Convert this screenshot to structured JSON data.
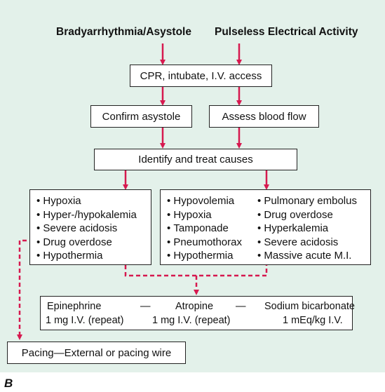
{
  "headers": {
    "left": "Bradyarrhythmia/Asystole",
    "right": "Pulseless Electrical Activity"
  },
  "steps": {
    "cpr": "CPR, intubate, I.V. access",
    "confirm": "Confirm asystole",
    "assess": "Assess blood flow",
    "identify": "Identify and treat causes"
  },
  "causes_left": [
    "Hypoxia",
    "Hyper-/hypokalemia",
    "Severe acidosis",
    "Drug overdose",
    "Hypothermia"
  ],
  "causes_right_col1": [
    "Hypovolemia",
    "Hypoxia",
    "Tamponade",
    "Pneumothorax",
    "Hypothermia"
  ],
  "causes_right_col2": [
    "Pulmonary embolus",
    "Drug overdose",
    "Hyperkalemia",
    "Severe acidosis",
    "Massive acute M.I."
  ],
  "drugs": {
    "separator": "—",
    "epinephrine": {
      "name": "Epinephrine",
      "dose": "1 mg I.V. (repeat)"
    },
    "atropine": {
      "name": "Atropine",
      "dose": "1 mg I.V. (repeat)"
    },
    "bicarbonate": {
      "name": "Sodium bicarbonate",
      "dose": "1 mEq/kg I.V."
    }
  },
  "pacing": "Pacing—External or pacing wire",
  "figure_label": "B",
  "colors": {
    "background": "#e3f1ea",
    "arrow": "#d6194f",
    "box_border": "#222222"
  }
}
